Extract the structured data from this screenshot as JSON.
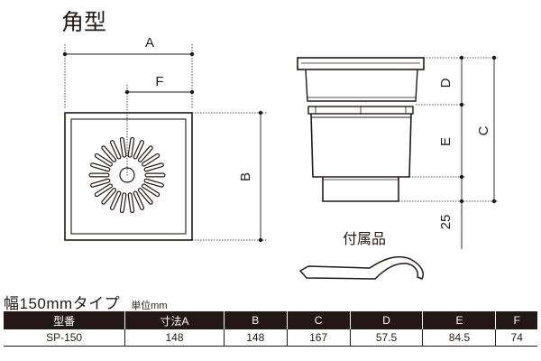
{
  "title": "角型",
  "accessory_label": "付属品",
  "dimension_labels": {
    "A": "A",
    "B": "B",
    "C": "C",
    "D": "D",
    "E": "E",
    "F": "F",
    "h25": "25"
  },
  "subtitle": "幅150mmタイプ",
  "unit": "単位mm",
  "table": {
    "headers": [
      "型番",
      "寸法A",
      "B",
      "C",
      "D",
      "E",
      "F"
    ],
    "rows": [
      [
        "SP-150",
        "148",
        "148",
        "167",
        "57.5",
        "84.5",
        "74"
      ]
    ]
  },
  "colors": {
    "ink": "#231815",
    "paper": "#ffffff"
  }
}
